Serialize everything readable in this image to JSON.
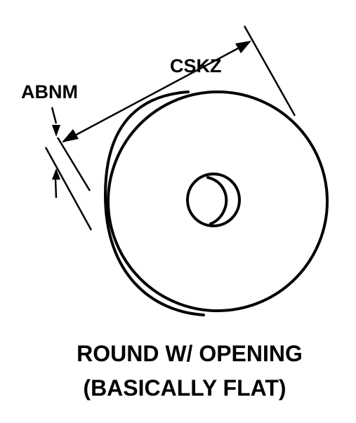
{
  "diagram": {
    "labels": {
      "cskz": "CSKZ",
      "abnm": "ABNM"
    },
    "caption": {
      "line1": "ROUND W/ OPENING",
      "line2": "(BASICALLY FLAT)"
    },
    "colors": {
      "ink": "#000000",
      "background": "#ffffff"
    }
  }
}
